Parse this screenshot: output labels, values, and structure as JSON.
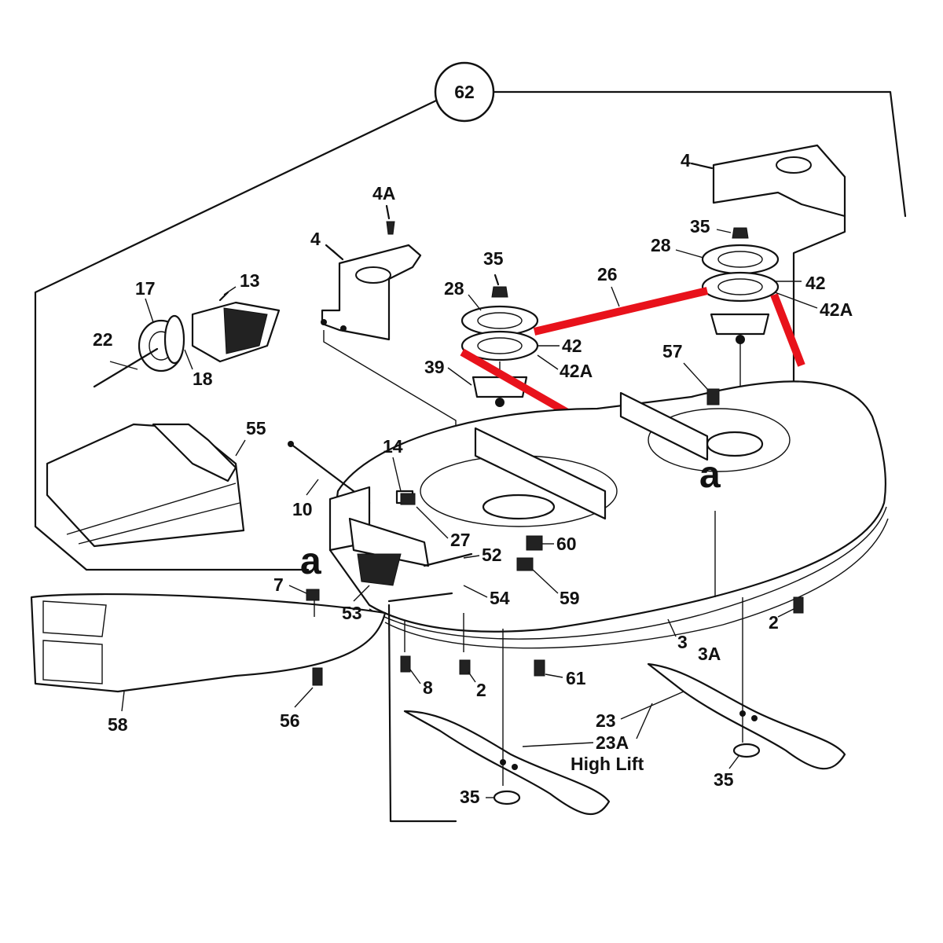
{
  "callout": "62",
  "labels": {
    "l4_right": "4",
    "l4a": "4A",
    "l4_left": "4",
    "l35_top_left": "35",
    "l35_top_right": "35",
    "l28_left": "28",
    "l28_right": "28",
    "l26": "26",
    "l42_right": "42",
    "l42a_right": "42A",
    "l42_left": "42",
    "l42a_left": "42A",
    "l39": "39",
    "l57": "57",
    "l17": "17",
    "l13": "13",
    "l22": "22",
    "l18": "18",
    "l55": "55",
    "l10": "10",
    "l14": "14",
    "l27": "27",
    "l60": "60",
    "l52": "52",
    "l59": "59",
    "l54": "54",
    "l53": "53",
    "l7": "7",
    "l2_left": "2",
    "l2_right": "2",
    "l8": "8",
    "l61": "61",
    "l3": "3",
    "l3a": "3A",
    "l23": "23",
    "l23a": "23A",
    "high_lift": "High Lift",
    "l58": "58",
    "l56": "56",
    "l35_bottom_left": "35",
    "l35_bottom_right": "35",
    "ref_a_left": "a",
    "ref_a_right": "a"
  }
}
